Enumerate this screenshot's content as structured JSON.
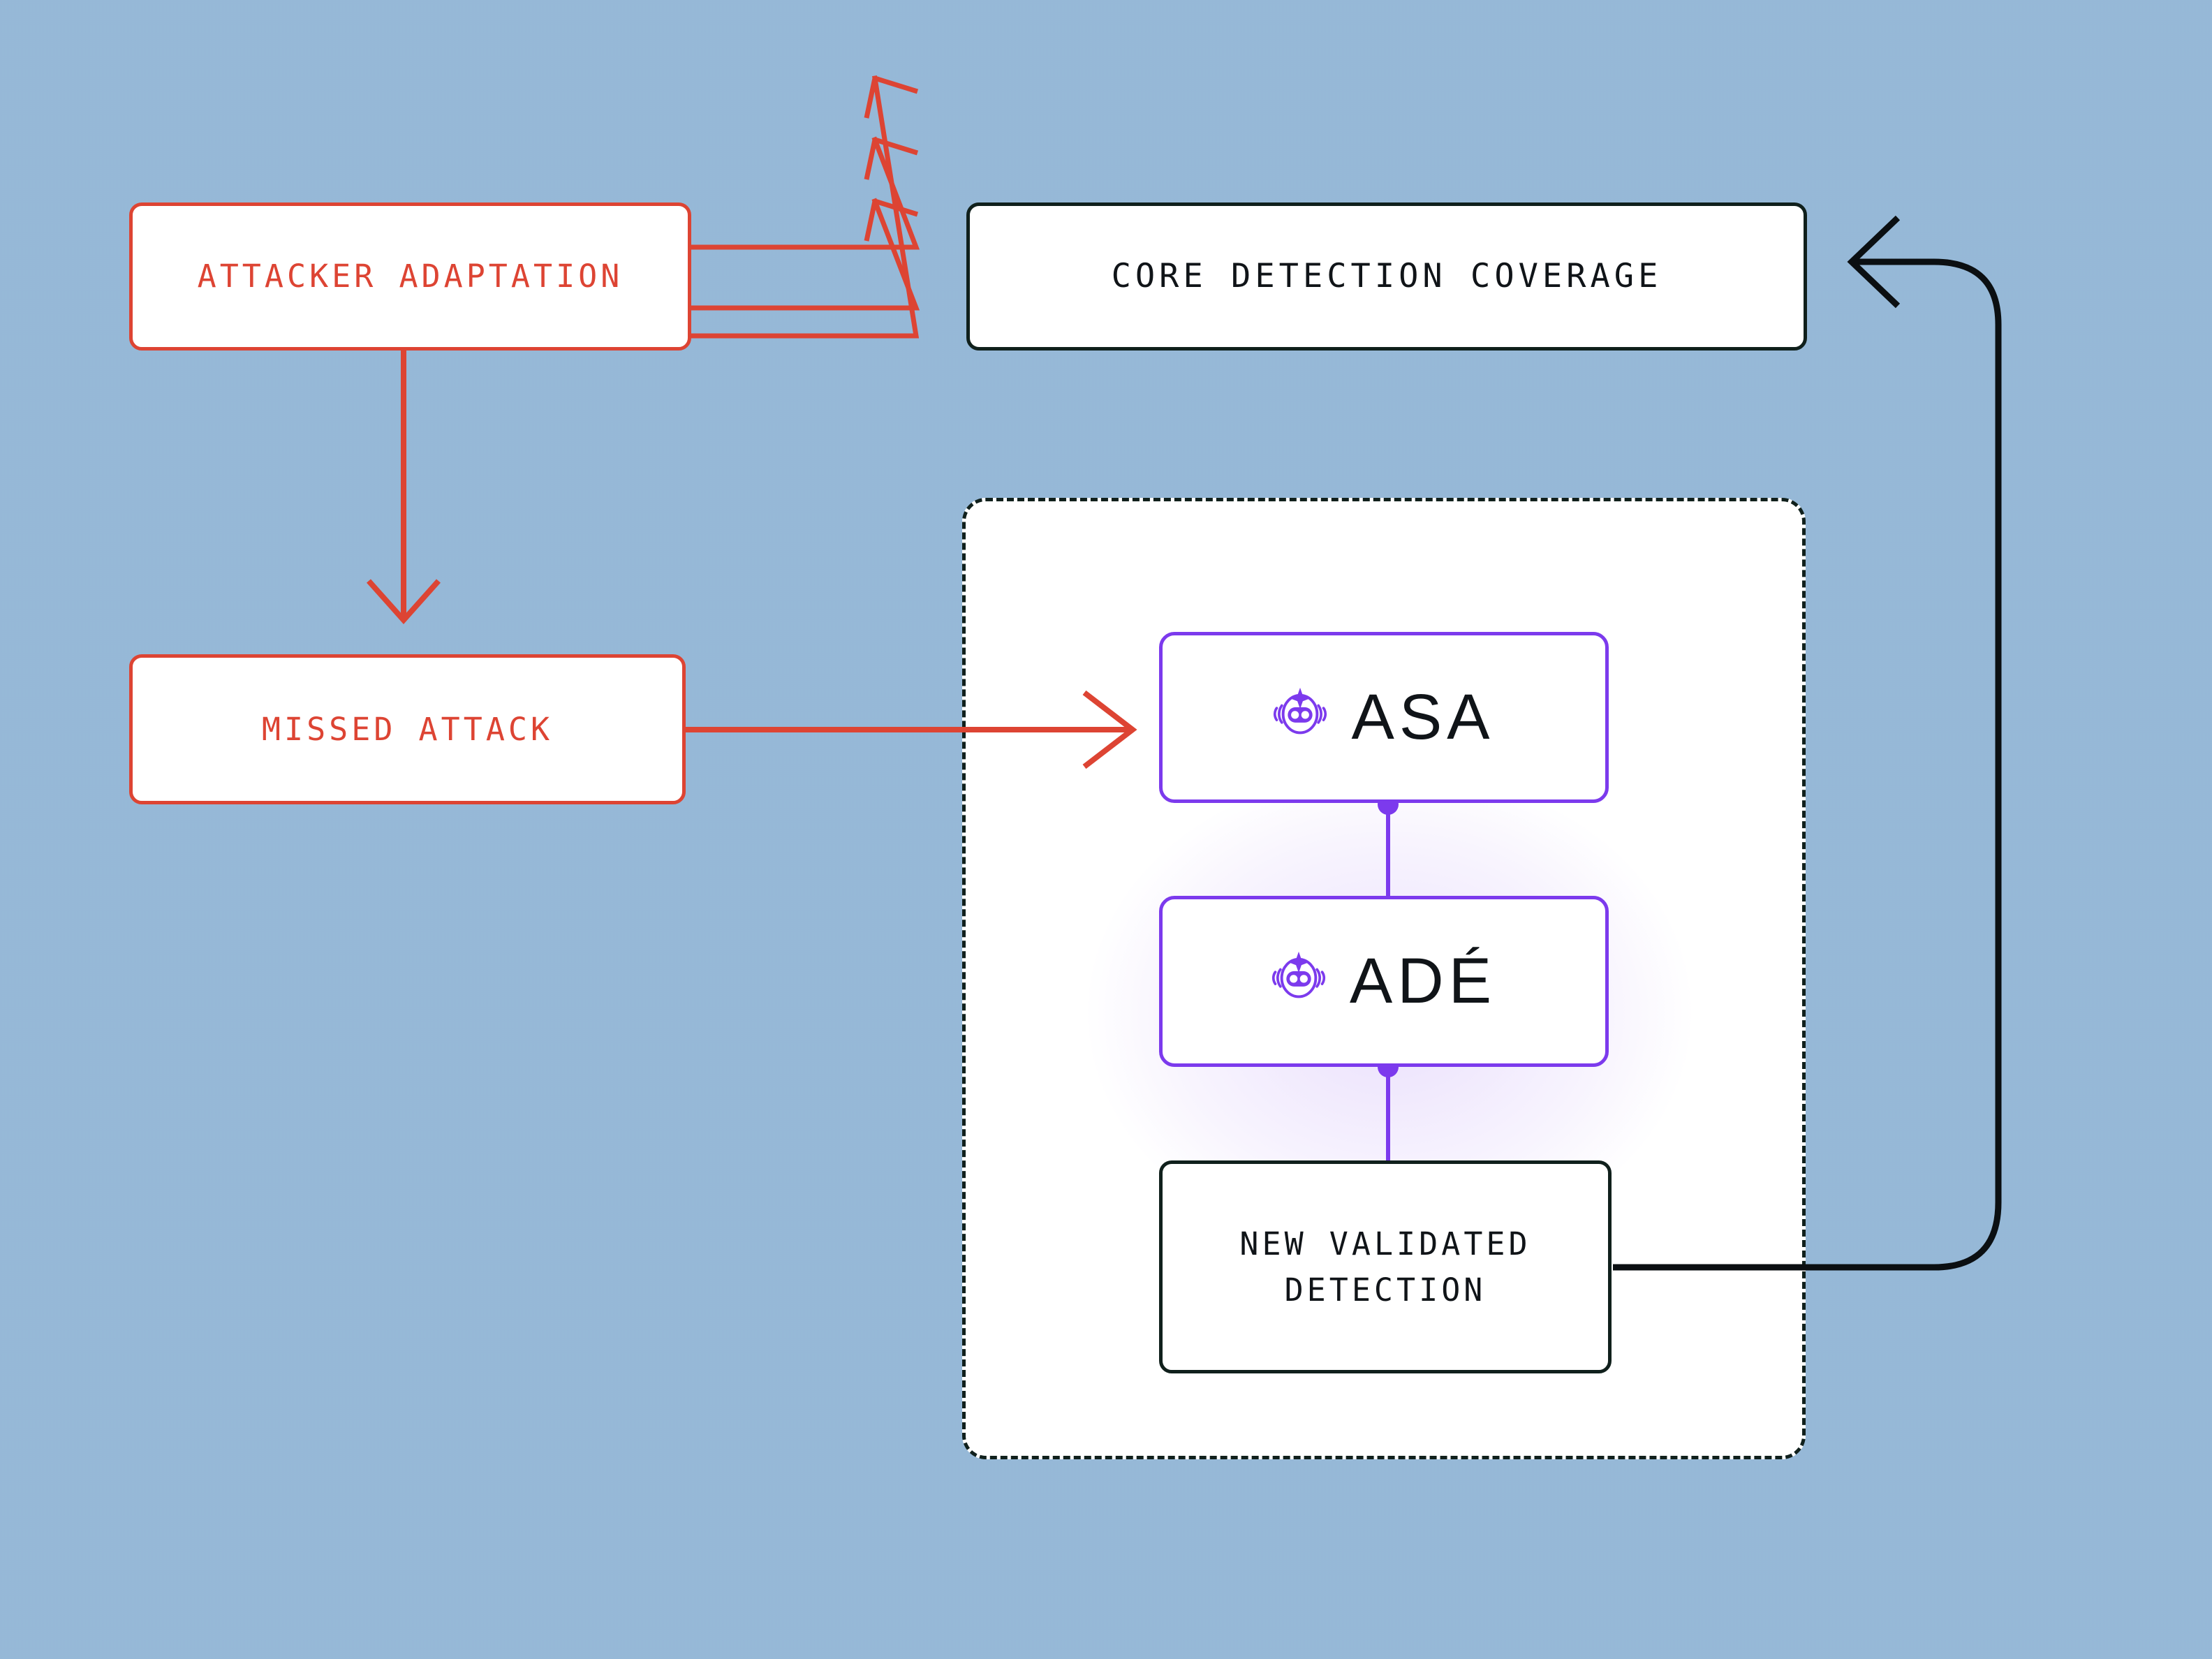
{
  "diagram": {
    "title": "Detection coverage feedback loop",
    "background_color": "#eaf4fd",
    "colors": {
      "red": "#dd4433",
      "dark": "#10201c",
      "purple": "#7c3aed",
      "white": "#ffffff"
    }
  },
  "nodes": {
    "attacker_adaptation": {
      "label": "ATTACKER ADAPTATION",
      "color": "#dd4433"
    },
    "core_detection_coverage": {
      "label": "CORE DETECTION COVERAGE",
      "color": "#10201c"
    },
    "missed_attack": {
      "label": "MISSED ATTACK",
      "color": "#dd4433"
    },
    "asa": {
      "label": "ASA",
      "icon": "robot-sparkle-icon",
      "color": "#7c3aed"
    },
    "ade": {
      "label": "ADÉ",
      "icon": "robot-sparkle-icon",
      "color": "#7c3aed"
    },
    "new_validated_detection": {
      "label": "NEW VALIDATED\nDETECTION",
      "color": "#10201c"
    }
  },
  "edges": [
    {
      "name": "attacker-to-coverage-1",
      "from": "attacker_adaptation",
      "to": "core_detection_coverage",
      "style": "solid-arrow-up-left",
      "color": "#dd4433"
    },
    {
      "name": "attacker-to-coverage-2",
      "from": "attacker_adaptation",
      "to": "core_detection_coverage",
      "style": "solid-arrow-up-left",
      "color": "#dd4433"
    },
    {
      "name": "attacker-to-coverage-3",
      "from": "attacker_adaptation",
      "to": "core_detection_coverage",
      "style": "solid-arrow-up-left",
      "color": "#dd4433"
    },
    {
      "name": "attacker-to-missed-attack",
      "from": "attacker_adaptation",
      "to": "missed_attack",
      "style": "solid-arrow-down",
      "color": "#dd4433"
    },
    {
      "name": "missed-attack-to-asa",
      "from": "missed_attack",
      "to": "asa",
      "style": "solid-arrow-right",
      "color": "#dd4433"
    },
    {
      "name": "asa-to-ade",
      "from": "asa",
      "to": "ade",
      "style": "dot-link",
      "color": "#7c3aed"
    },
    {
      "name": "ade-to-new-validated-detection",
      "from": "ade",
      "to": "new_validated_detection",
      "style": "dot-link",
      "color": "#7c3aed"
    },
    {
      "name": "feedback-loop-to-coverage",
      "from": "new_validated_detection",
      "to": "core_detection_coverage",
      "style": "rounded-arrow-left",
      "color": "#10201c"
    }
  ],
  "agent_container": {
    "name": "agent-workflow-container",
    "border_style": "dashed",
    "color": "#10201c"
  }
}
